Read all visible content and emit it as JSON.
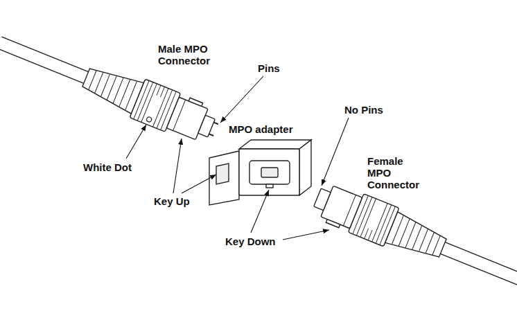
{
  "diagram": {
    "labels": [
      "Male MPO Connector",
      "Pins",
      "No Pins",
      "MPO adapter",
      "Female MPO Connector",
      "White Dot",
      "Key Up",
      "Key Down"
    ]
  }
}
